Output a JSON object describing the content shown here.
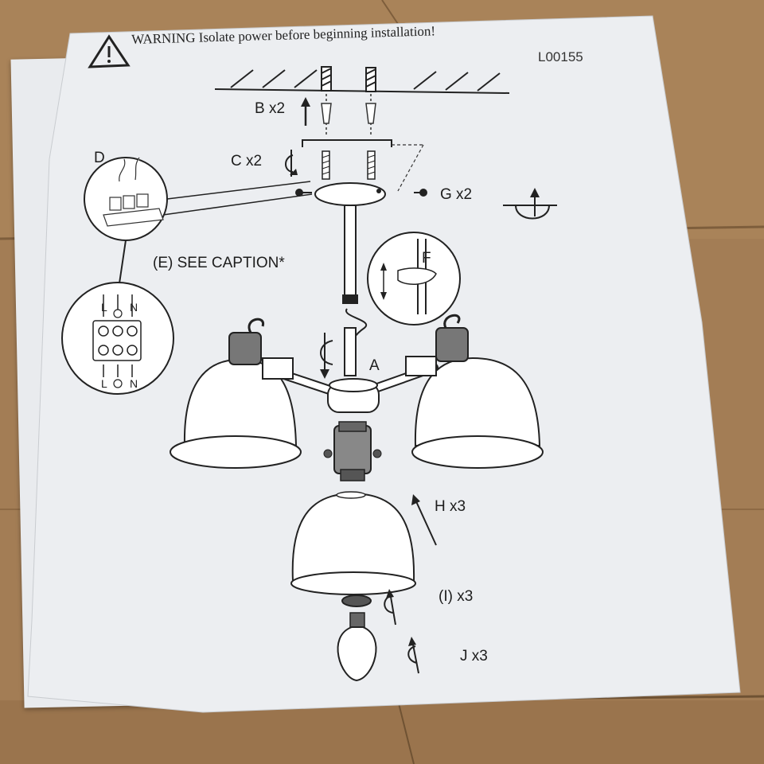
{
  "document": {
    "warning": "WARNING Isolate power before beginning installation!",
    "code": "L00155",
    "caption_ref": "(E) SEE CAPTION*"
  },
  "parts": {
    "b": "B x2",
    "c": "C x2",
    "d": "D",
    "f": "F",
    "g": "G x2",
    "a": "A",
    "h": "H x3",
    "i": "(I) x3",
    "j": "J x3"
  },
  "terminals": {
    "top": [
      "L",
      "N"
    ],
    "bottom": [
      "L",
      "N"
    ]
  },
  "colors": {
    "paper": "#eceef1",
    "ink": "#2a2a2a",
    "cardboard": "#a37d55"
  }
}
